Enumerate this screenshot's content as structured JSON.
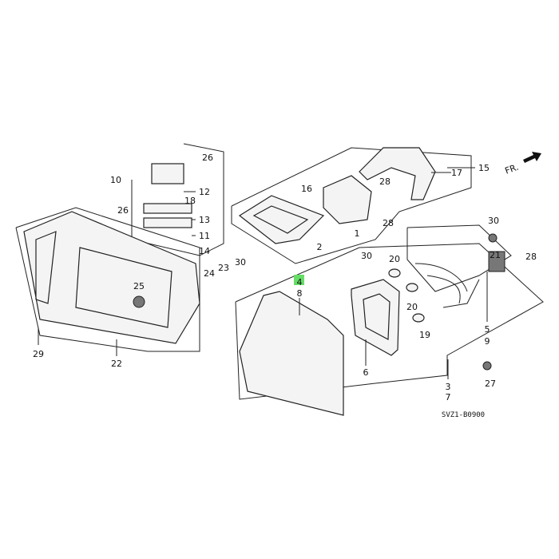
{
  "diagram": {
    "code": "SVZ1-B0900",
    "front_arrow": "FR.",
    "highlight_color": "#66dd66",
    "callouts": [
      {
        "id": "c26a",
        "text": "26"
      },
      {
        "id": "c10",
        "text": "10"
      },
      {
        "id": "c12",
        "text": "12"
      },
      {
        "id": "c18",
        "text": "18"
      },
      {
        "id": "c13",
        "text": "13"
      },
      {
        "id": "c11",
        "text": "11"
      },
      {
        "id": "c14",
        "text": "14"
      },
      {
        "id": "c26b",
        "text": "26"
      },
      {
        "id": "c16",
        "text": "16"
      },
      {
        "id": "c28a",
        "text": "28"
      },
      {
        "id": "c17",
        "text": "17"
      },
      {
        "id": "c15",
        "text": "15"
      },
      {
        "id": "c28b",
        "text": "28"
      },
      {
        "id": "c2",
        "text": "2"
      },
      {
        "id": "c1",
        "text": "1"
      },
      {
        "id": "c30a",
        "text": "30"
      },
      {
        "id": "c30b",
        "text": "30"
      },
      {
        "id": "c21",
        "text": "21"
      },
      {
        "id": "c28c",
        "text": "28"
      },
      {
        "id": "c20a",
        "text": "20"
      },
      {
        "id": "c20b",
        "text": "20"
      },
      {
        "id": "c19",
        "text": "19"
      },
      {
        "id": "c5",
        "text": "5"
      },
      {
        "id": "c9",
        "text": "9"
      },
      {
        "id": "c4",
        "text": "4"
      },
      {
        "id": "c8",
        "text": "8"
      },
      {
        "id": "c24",
        "text": "24"
      },
      {
        "id": "c23",
        "text": "23"
      },
      {
        "id": "c30c",
        "text": "30"
      },
      {
        "id": "c25",
        "text": "25"
      },
      {
        "id": "c29",
        "text": "29"
      },
      {
        "id": "c22",
        "text": "22"
      },
      {
        "id": "c6",
        "text": "6"
      },
      {
        "id": "c3",
        "text": "3"
      },
      {
        "id": "c7",
        "text": "7"
      },
      {
        "id": "c27",
        "text": "27"
      }
    ]
  }
}
